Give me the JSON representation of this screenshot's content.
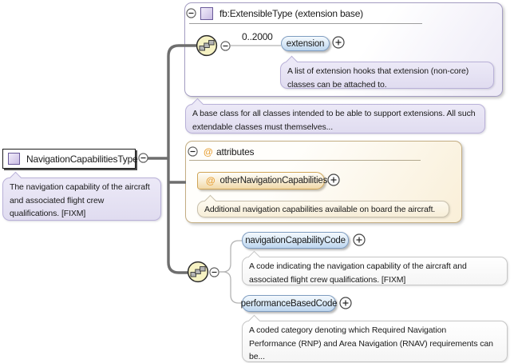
{
  "root": {
    "label": "NavigationCapabilitiesType",
    "annotation_lines": [
      "The navigation capability of the aircraft",
      "and associated flight crew",
      "qualifications. [FIXM]"
    ]
  },
  "extension_panel": {
    "header": "fb:ExtensibleType (extension base)",
    "cardinality": "0..2000",
    "element": "extension",
    "tooltip_lines": [
      "A list of extension hooks that extension (non-core)",
      "classes can be attached to."
    ]
  },
  "base_class_note_lines": [
    "A base class for all classes intended to be able to support extensions. All such",
    "extendable classes must themselves..."
  ],
  "attributes_panel": {
    "header": "attributes",
    "at_glyph": "@",
    "attribute": "otherNavigationCapabilities",
    "note": "Additional navigation capabilities available on board the aircraft."
  },
  "sequence": {
    "items": [
      {
        "label": "navigationCapabilityCode",
        "note_lines": [
          "A code indicating the navigation capability of the aircraft and",
          "associated flight crew qualifications. [FIXM]"
        ]
      },
      {
        "label": "performanceBasedCode",
        "note_lines": [
          "A coded category denoting which Required Navigation",
          "Performance (RNP) and Area Navigation (RNAV) requirements can",
          "be..."
        ]
      }
    ]
  },
  "colors": {
    "element_box_border": "#7e9cc0",
    "element_box_fill": "#bed6ef",
    "attribute_box_border": "#cfa558",
    "attribute_box_fill": "#f1d9a8",
    "extension_panel_border": "#a49dc2",
    "attributes_panel_border": "#c3ad82",
    "lavender_note_fill": "#e9e5f5",
    "cream_note_fill": "#fbf3e2",
    "sequence_icon_fill": "#f6f2c3",
    "at_symbol": "#e8a33d",
    "trunk_line": "#6e6e6e",
    "thin_line": "#b3b3b3"
  }
}
